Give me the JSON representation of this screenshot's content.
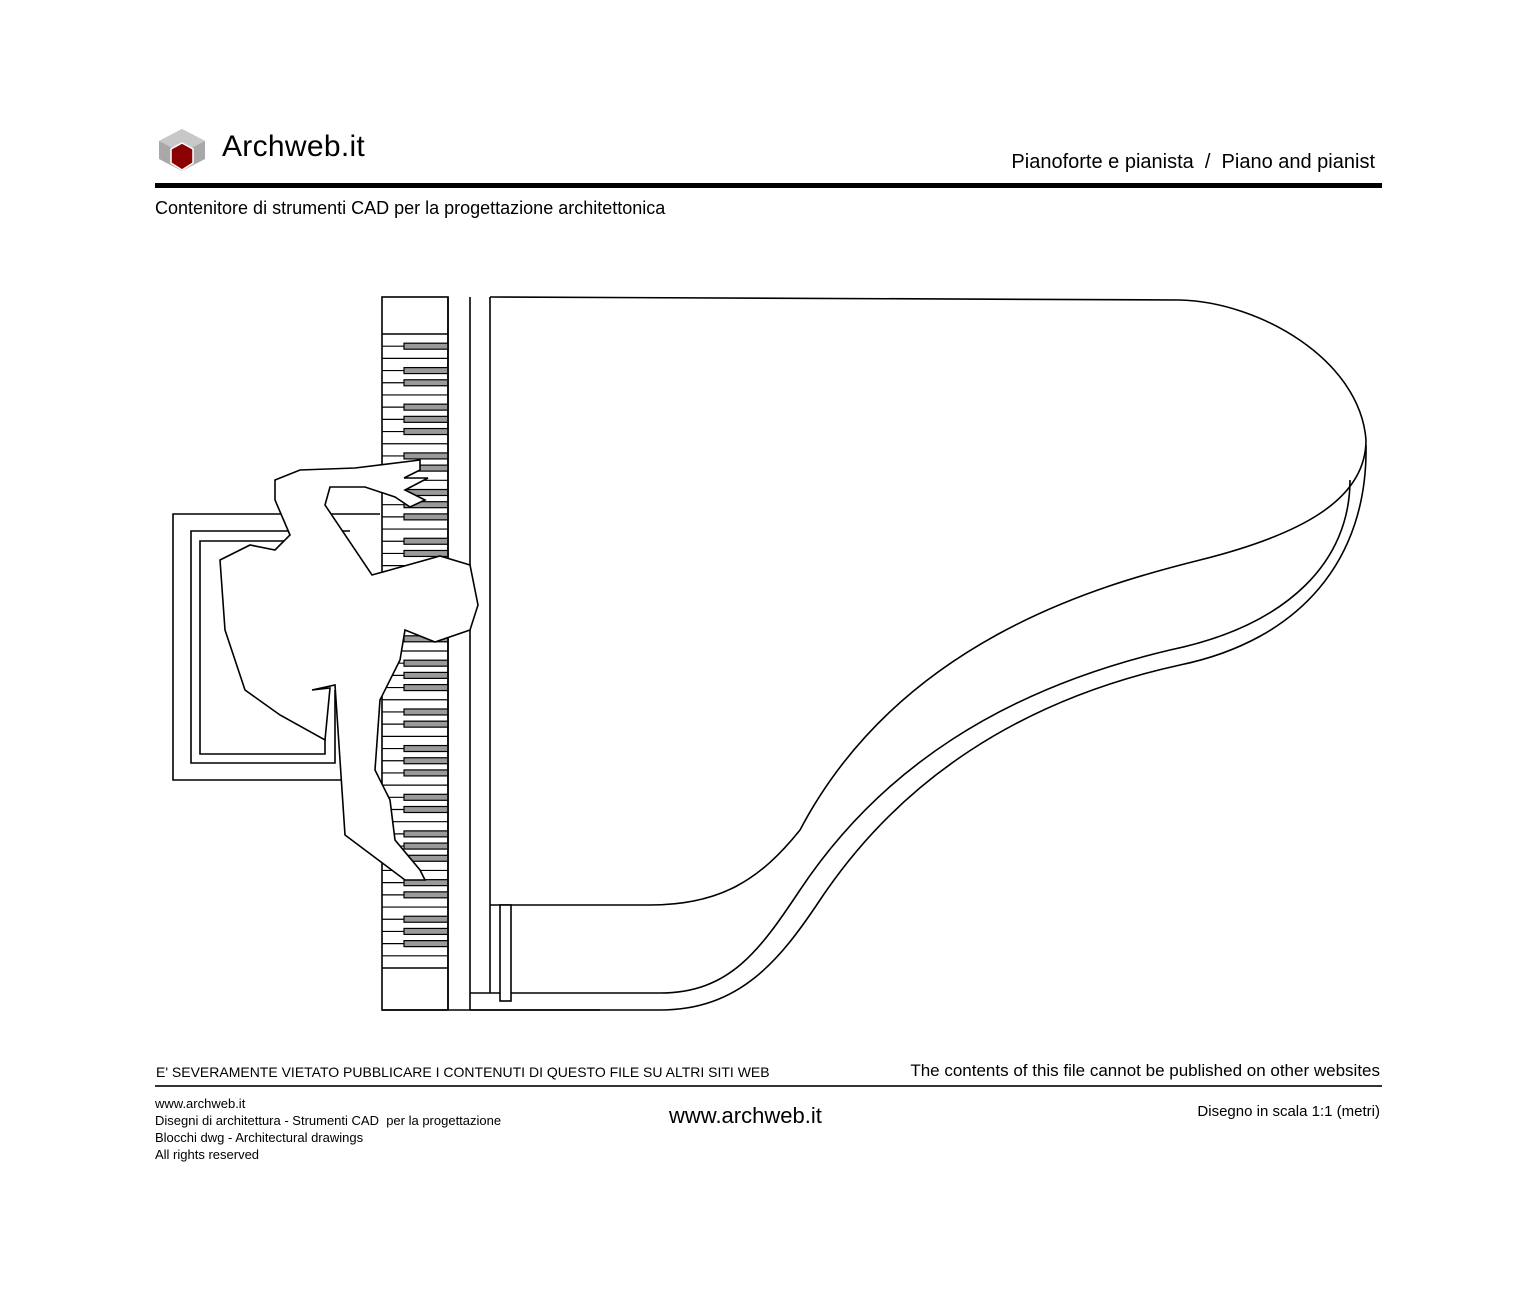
{
  "header": {
    "logo_text": "Archweb.it",
    "logo_icon": "hexagon-cube-icon",
    "logo_colors": {
      "gray": "#9a9a9a",
      "red": "#8b0000"
    },
    "title": "Pianoforte e pianista  /  Piano and pianist",
    "subtitle": "Contenitore di strumenti CAD per la progettazione architettonica"
  },
  "drawing": {
    "subject": "Grand piano with pianist, plan view",
    "key_color": "#9a9a9a",
    "line_color": "#000000"
  },
  "footer": {
    "warning_it": "E' SEVERAMENTE VIETATO PUBBLICARE I CONTENUTI DI QUESTO FILE SU ALTRI SITI WEB",
    "warning_en": "The contents of this file cannot be published on other websites",
    "left_lines": [
      "www.archweb.it",
      "Disegni di architettura - Strumenti CAD  per la progettazione",
      "Blocchi dwg - Architectural drawings",
      "All rights reserved"
    ],
    "center_url": "www.archweb.it",
    "scale_note": "Disegno in scala 1:1 (metri)"
  }
}
